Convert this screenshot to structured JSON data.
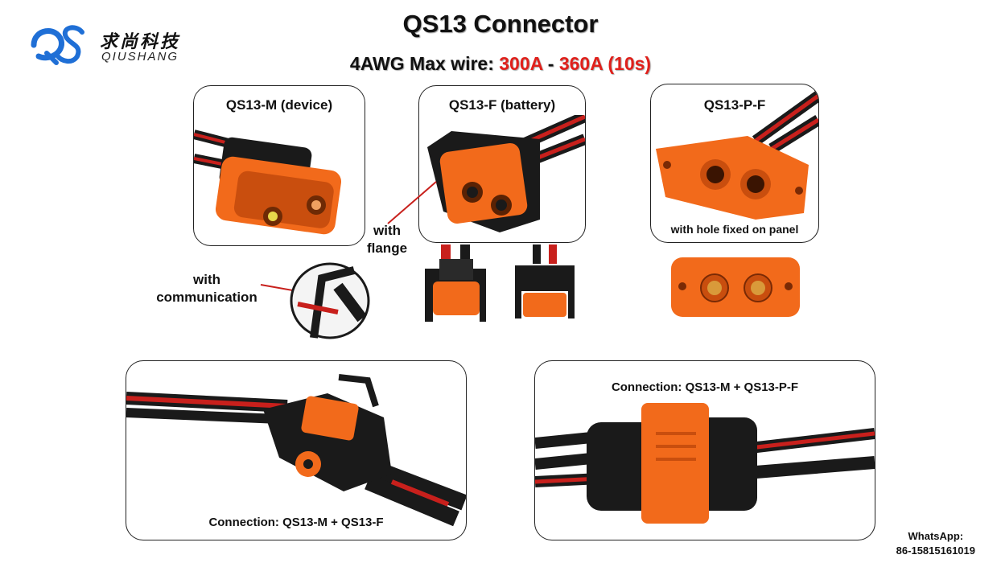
{
  "brand": {
    "logo_letters": "QS",
    "name_cn": "求尚科技",
    "name_en": "QIUSHANG"
  },
  "header": {
    "title": "QS13 Connector",
    "subtitle_prefix": "4AWG Max wire: ",
    "rating_1": "300A",
    "separator": " - ",
    "rating_2": "360A (10s)"
  },
  "cards": {
    "male": {
      "label": "QS13-M (device)"
    },
    "female": {
      "label": "QS13-F (battery)"
    },
    "panel": {
      "label": "QS13-P-F",
      "note": "with hole fixed on panel"
    }
  },
  "callouts": {
    "flange_line1": "with",
    "flange_line2": "flange",
    "comm_line1": "with",
    "comm_line2": "communication"
  },
  "connections": {
    "mf": "Connection: QS13-M + QS13-F",
    "mpf": "Connection: QS13-M + QS13-P-F"
  },
  "contact": {
    "label": "WhatsApp:",
    "number": "86-15815161019"
  },
  "colors": {
    "brand_blue": "#1f6fd6",
    "orange": "#f26a1b",
    "dark_orange": "#c94e0e",
    "black": "#1a1a1a",
    "red_wire": "#c8201c",
    "highlight_red": "#e0201b"
  }
}
